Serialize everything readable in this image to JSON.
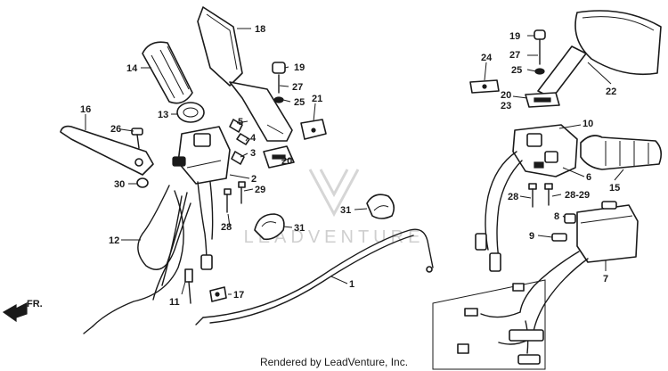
{
  "diagram": {
    "watermark_text": "LEADVENTURE",
    "front_marker": "FR.",
    "footer": "Rendered by LeadVenture, Inc."
  },
  "callouts": [
    {
      "id": "c1",
      "label": "1"
    },
    {
      "id": "c2",
      "label": "2"
    },
    {
      "id": "c3",
      "label": "3"
    },
    {
      "id": "c4",
      "label": "4"
    },
    {
      "id": "c5",
      "label": "5"
    },
    {
      "id": "c6",
      "label": "6"
    },
    {
      "id": "c7",
      "label": "7"
    },
    {
      "id": "c8",
      "label": "8"
    },
    {
      "id": "c9",
      "label": "9"
    },
    {
      "id": "c10",
      "label": "10"
    },
    {
      "id": "c11",
      "label": "11"
    },
    {
      "id": "c12",
      "label": "12"
    },
    {
      "id": "c13",
      "label": "13"
    },
    {
      "id": "c14",
      "label": "14"
    },
    {
      "id": "c15",
      "label": "15"
    },
    {
      "id": "c16",
      "label": "16"
    },
    {
      "id": "c17",
      "label": "17"
    },
    {
      "id": "c18",
      "label": "18"
    },
    {
      "id": "c19a",
      "label": "19"
    },
    {
      "id": "c19b",
      "label": "19"
    },
    {
      "id": "c20a",
      "label": "20"
    },
    {
      "id": "c20b",
      "label": "20"
    },
    {
      "id": "c21",
      "label": "21"
    },
    {
      "id": "c22",
      "label": "22"
    },
    {
      "id": "c23",
      "label": "23"
    },
    {
      "id": "c24",
      "label": "24"
    },
    {
      "id": "c25a",
      "label": "25"
    },
    {
      "id": "c25b",
      "label": "25"
    },
    {
      "id": "c26",
      "label": "26"
    },
    {
      "id": "c27a",
      "label": "27"
    },
    {
      "id": "c27b",
      "label": "27"
    },
    {
      "id": "c28a",
      "label": "28"
    },
    {
      "id": "c28b",
      "label": "28-29"
    },
    {
      "id": "c29",
      "label": "29"
    },
    {
      "id": "c30",
      "label": "30"
    },
    {
      "id": "c31a",
      "label": "31"
    },
    {
      "id": "c31b",
      "label": "31"
    }
  ]
}
